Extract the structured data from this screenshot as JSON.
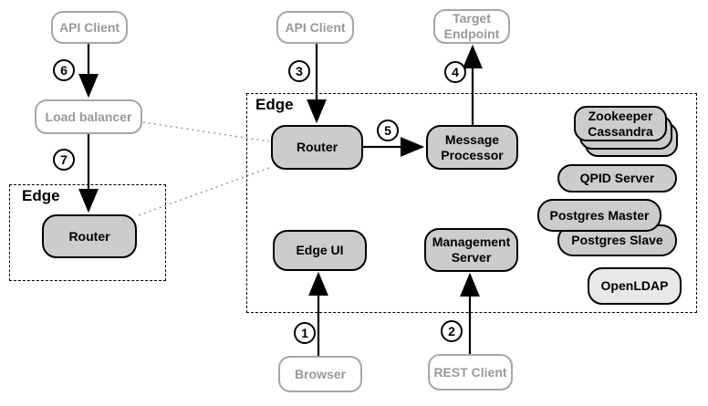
{
  "regions": {
    "edge_main_label": "Edge",
    "edge_small_label": "Edge"
  },
  "clients": {
    "api_client_left": "API Client",
    "api_client_mid": "API Client",
    "load_balancer": "Load balancer",
    "target_endpoint": "Target Endpoint",
    "browser": "Browser",
    "rest_client": "REST Client"
  },
  "components": {
    "router_main": "Router",
    "router_small": "Router",
    "message_processor": "Message Processor",
    "edge_ui": "Edge UI",
    "management_server": "Management Server",
    "zookeeper_cassandra": "Zookeeper Cassandra",
    "qpid_server": "QPID Server",
    "postgres_master": "Postgres Master",
    "postgres_slave": "Postgres Slave",
    "openldap": "OpenLDAP"
  },
  "steps": {
    "step1": "1",
    "step2": "2",
    "step3": "3",
    "step4": "4",
    "step5": "5",
    "step6": "6",
    "step7": "7"
  },
  "colors": {
    "component_fill": "#cccccc",
    "openldap_fill": "#e8e8e8",
    "client_border": "#a6a6a6",
    "client_text": "#999999",
    "arrow": "#000000",
    "dotted_link": "#999999",
    "region_border": "#000000"
  }
}
